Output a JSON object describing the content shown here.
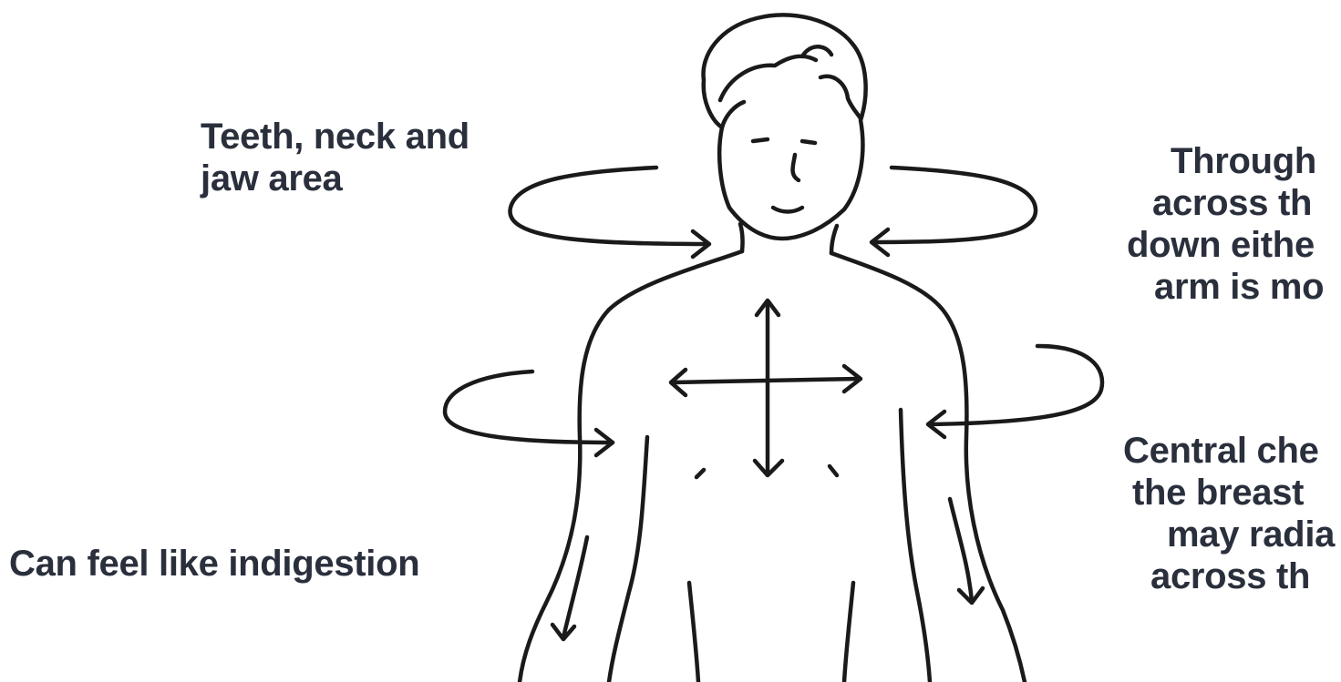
{
  "labels": {
    "teeth": {
      "line1": "Teeth, neck and",
      "line2": "jaw area"
    },
    "indigestion": {
      "text": "Can feel like indigestion"
    },
    "through": {
      "line1": "Through",
      "line2": "across th",
      "line3": "down eithe",
      "line4": "arm is mo"
    },
    "central": {
      "line1": "Central che",
      "line2": "the breast",
      "line3": "may radia",
      "line4": "across th"
    }
  },
  "colors": {
    "ink": "#1a1a1a",
    "text": "#2a2f3c",
    "background": "#ffffff"
  }
}
